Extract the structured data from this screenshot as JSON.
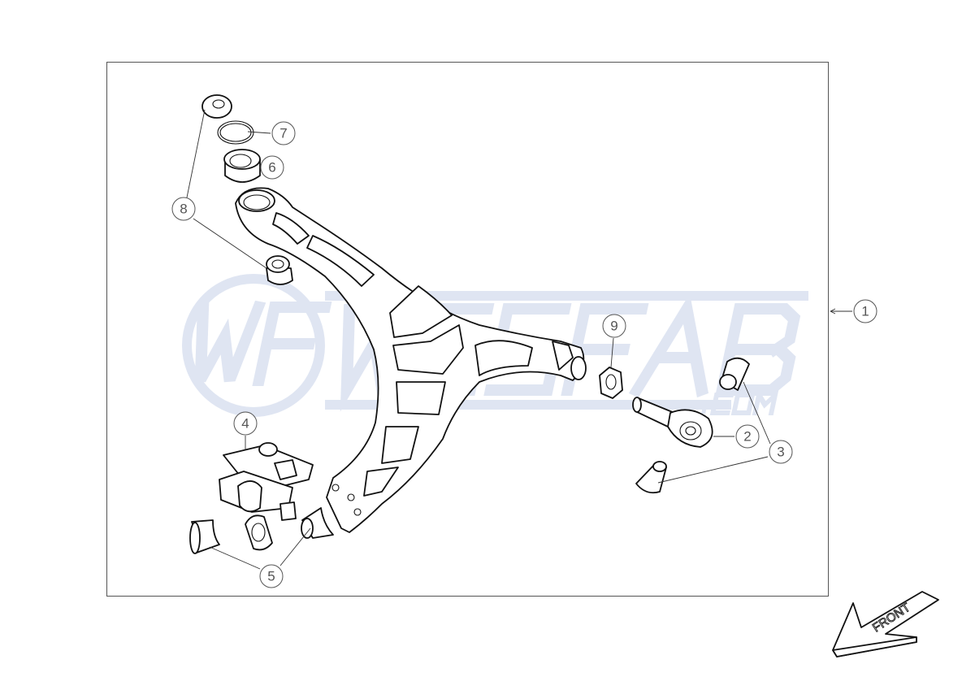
{
  "watermark": {
    "logo": "WF",
    "brand": "WESFAB",
    "suffix": ".COM"
  },
  "callouts": [
    {
      "label": "1",
      "part": "control-arm"
    },
    {
      "label": "2",
      "part": "rod-end"
    },
    {
      "label": "3",
      "part": "rod-end-spacers"
    },
    {
      "label": "4",
      "part": "bracket-assembly"
    },
    {
      "label": "5",
      "part": "bracket-spacers"
    },
    {
      "label": "6",
      "part": "spherical-bearing"
    },
    {
      "label": "7",
      "part": "retaining-clip"
    },
    {
      "label": "8",
      "part": "bearing-spacers"
    },
    {
      "label": "9",
      "part": "jam-nut"
    }
  ],
  "front_arrow": {
    "label": "FRONT"
  },
  "colors": {
    "line": "#111111",
    "watermark": "#dfe5f2",
    "callout": "#555555"
  }
}
